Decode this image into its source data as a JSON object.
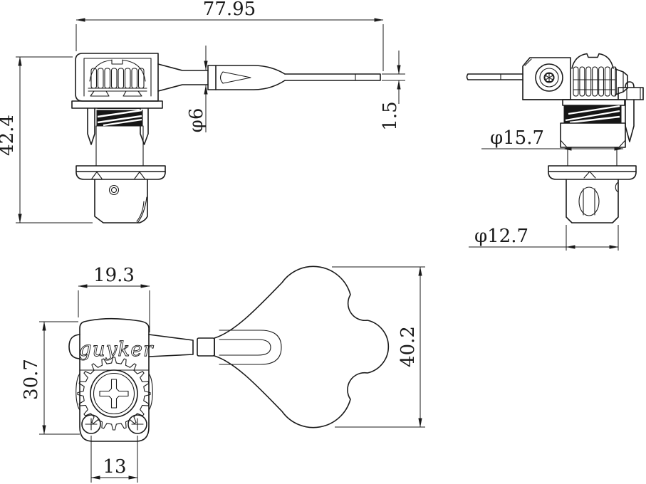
{
  "page": {
    "background": "#ffffff",
    "line_color": "#1a1a1a"
  },
  "logo_text": "guyker",
  "views": {
    "side": {
      "dims": {
        "overall_width": "77.95",
        "overall_height": "42.4",
        "shaft_diameter": "φ6",
        "blade_thickness": "1.5"
      }
    },
    "back": {
      "dims": {
        "bushing_diameter": "φ15.7",
        "post_diameter": "φ12.7"
      }
    },
    "front": {
      "dims": {
        "housing_width": "19.3",
        "housing_height": "30.7",
        "screw_spacing": "13",
        "button_length": "40.2"
      }
    }
  }
}
